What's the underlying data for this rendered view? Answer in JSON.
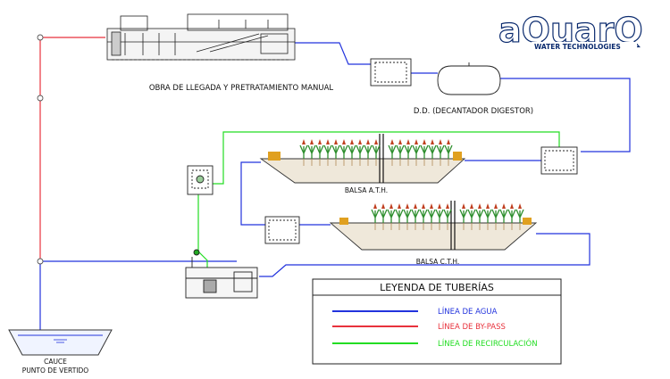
{
  "logo": {
    "brand": "aQuarQ",
    "tagline": "WATER TECHNOLOGIES",
    "color": "#0a2a6e"
  },
  "labels": {
    "pretreatment": "OBRA DE LLEGADA Y PRETRATAMIENTO MANUAL",
    "digester": "D.D. (DECANTADOR DIGESTOR)",
    "basin_ath": "BALSA A.T.H.",
    "basin_cth": "BALSA C.T.H.",
    "outfall_line1": "CAUCE",
    "outfall_line2": "PUNTO DE VERTIDO"
  },
  "legend": {
    "title": "LEYENDA DE TUBERÍAS",
    "items": [
      {
        "label": "LÍNEA DE AGUA",
        "color": "#2233dd"
      },
      {
        "label": "LÍNEA DE BY-PASS",
        "color": "#e8323c"
      },
      {
        "label": "LÍNEA DE RECIRCULACIÓN",
        "color": "#22dd22"
      }
    ]
  }
}
